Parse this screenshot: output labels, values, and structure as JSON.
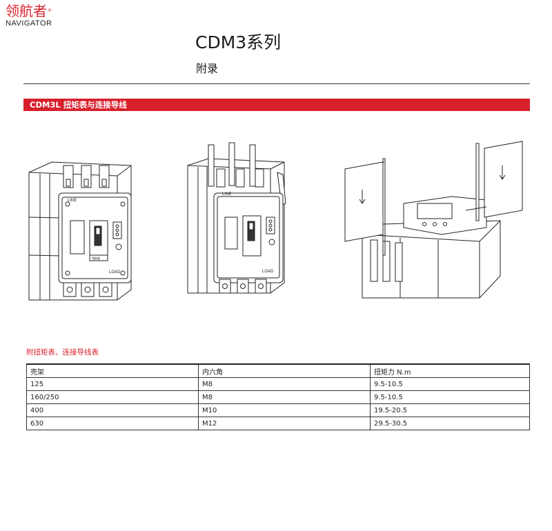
{
  "brand": {
    "name_cn": "领航者",
    "mark": "®",
    "name_en": "NAVIGATOR"
  },
  "header": {
    "title": "CDM3系列",
    "subtitle": "附录"
  },
  "section": {
    "title": "CDM3L 扭矩表与连接导线"
  },
  "figures": {
    "breaker_front": {
      "line_label": "LINE",
      "load_label": "LOAD",
      "logo_text": "领航者"
    },
    "breaker_wired": {
      "line_label": "LINE",
      "load_label": "LOAD"
    }
  },
  "table": {
    "caption": "附扭矩表、连接导线表",
    "headers": [
      "壳架",
      "内六角",
      "扭矩力 N.m"
    ],
    "rows": [
      [
        "125",
        "M8",
        "9.5-10.5"
      ],
      [
        "160/250",
        "M8",
        "9.5-10.5"
      ],
      [
        "400",
        "M10",
        "19.5-20.5"
      ],
      [
        "630",
        "M12",
        "29.5-30.5"
      ]
    ]
  },
  "colors": {
    "accent": "#d7202c",
    "text": "#222222"
  }
}
